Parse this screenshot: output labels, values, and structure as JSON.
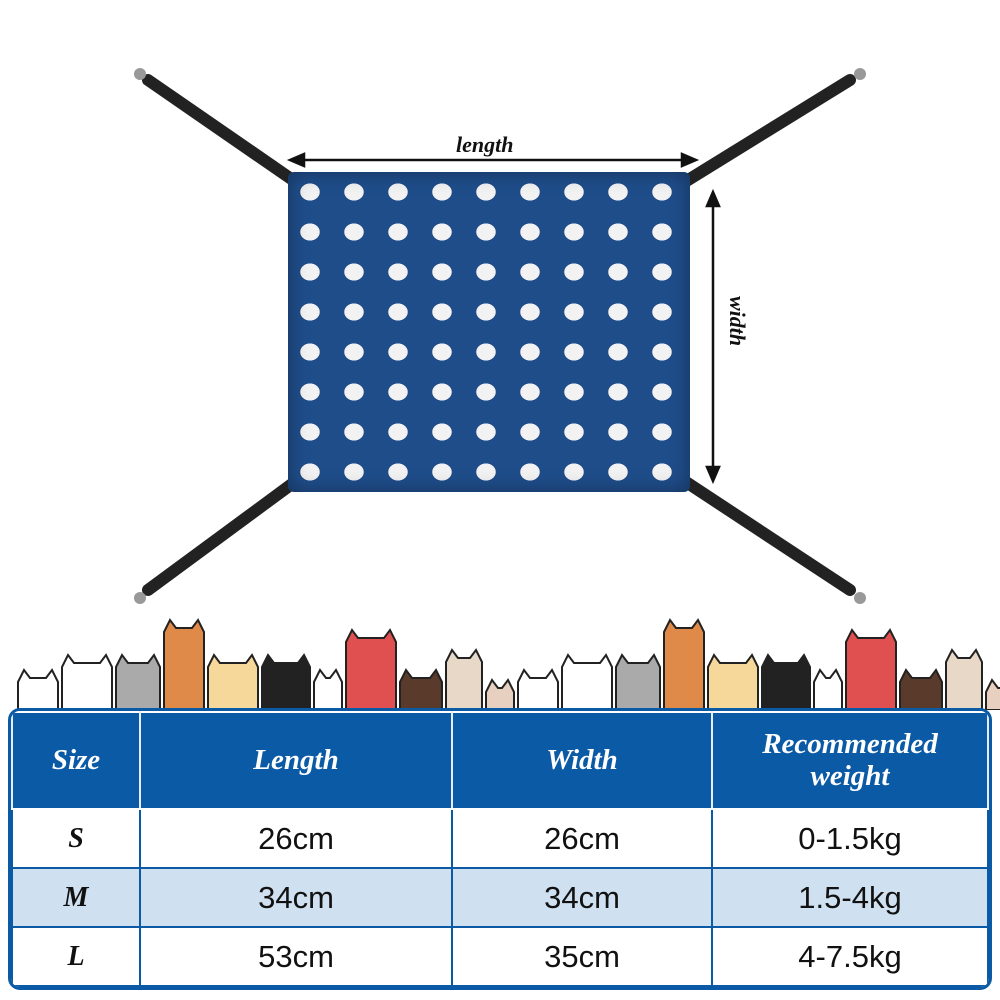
{
  "dimension_labels": {
    "length": "length",
    "width": "width"
  },
  "colors": {
    "table_header": "#0b5aa6",
    "alt_row": "#cfe0f0",
    "hammock": "#1f4d8a"
  },
  "table": {
    "headers": [
      "Size",
      "Length",
      "Width",
      "Recommended weight"
    ],
    "rows": [
      {
        "size": "S",
        "length": "26cm",
        "width": "26cm",
        "weight": "0-1.5kg"
      },
      {
        "size": "M",
        "length": "34cm",
        "width": "34cm",
        "weight": "1.5-4kg"
      },
      {
        "size": "L",
        "length": "53cm",
        "width": "35cm",
        "weight": "4-7.5kg"
      }
    ]
  }
}
